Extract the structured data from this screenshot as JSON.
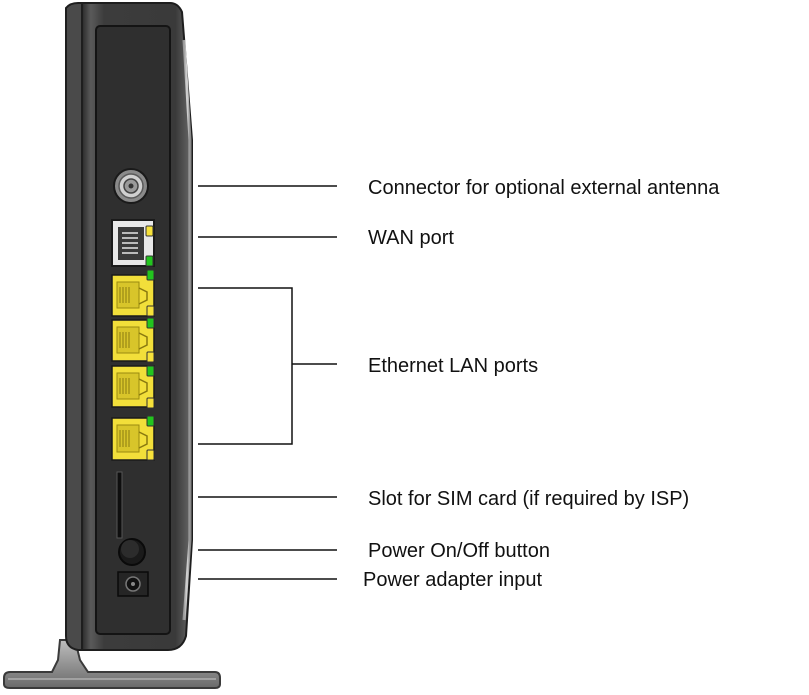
{
  "labels": {
    "antenna": "Connector for optional external antenna",
    "wan": "WAN port",
    "lan": "Ethernet LAN ports",
    "sim": "Slot for SIM card (if required by ISP)",
    "power_button": "Power On/Off button",
    "power_input": "Power adapter input"
  },
  "colors": {
    "lan_port": "#f2df3a",
    "led_green": "#22c51e",
    "led_yellow": "#f7e23a",
    "body_dark": "#3a3a3a",
    "leader_line": "#111111"
  }
}
